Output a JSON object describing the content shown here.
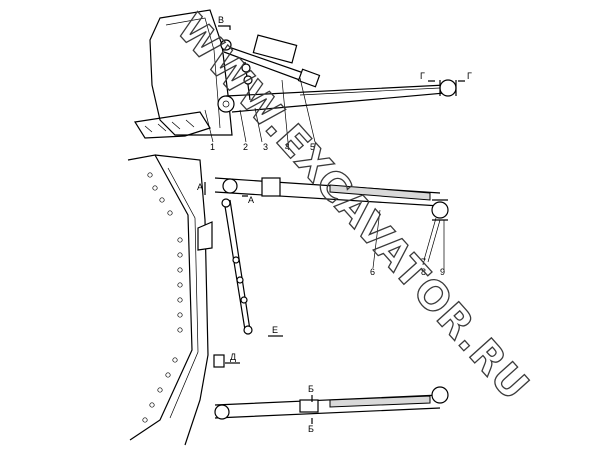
{
  "top_view": {
    "section_mark_v": "В",
    "section_mark_g_left": "Г",
    "section_mark_g_right": "Г",
    "callouts": [
      "1",
      "2",
      "3",
      "4",
      "5"
    ]
  },
  "bottom_view": {
    "section_mark_a_top": "А",
    "section_mark_a_bottom": "А",
    "section_mark_b_top": "Б",
    "section_mark_b_bottom": "Б",
    "view_d": "Д",
    "view_e": "Е",
    "callouts": [
      "6",
      "7",
      "8",
      "9"
    ]
  },
  "watermark": "WWW.EXCAVATOR.RU"
}
